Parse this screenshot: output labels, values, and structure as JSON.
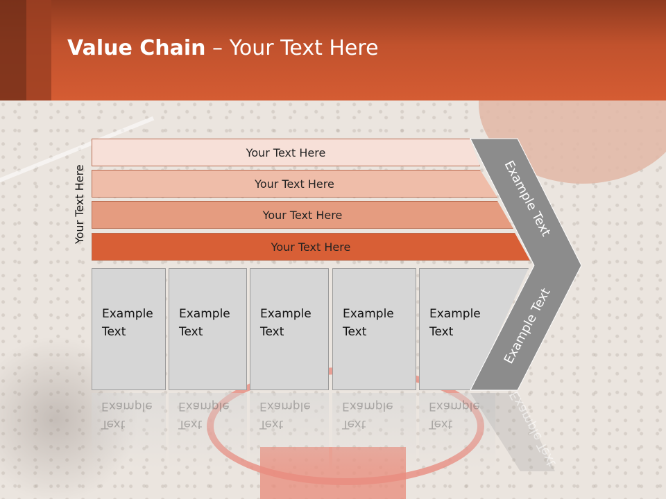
{
  "header": {
    "title_bold": "Value Chain",
    "title_rest": " – Your Text Here"
  },
  "diagram": {
    "vertical_label": "Your Text Here",
    "bands": [
      {
        "label": "Your Text Here",
        "color": "#f7e0d8"
      },
      {
        "label": "Your Text Here",
        "color": "#efbda9"
      },
      {
        "label": "Your Text Here",
        "color": "#e59c80"
      },
      {
        "label": "Your Text Here",
        "color": "#d85f36"
      }
    ],
    "boxes": [
      {
        "line1": "Example",
        "line2": "Text"
      },
      {
        "line1": "Example",
        "line2": "Text"
      },
      {
        "line1": "Example",
        "line2": "Text"
      },
      {
        "line1": "Example",
        "line2": "Text"
      },
      {
        "line1": "Example",
        "line2": "Text"
      }
    ],
    "arrow": {
      "top_label": "Example Text",
      "bottom_label": "Example Text",
      "color": "#8c8c8c"
    }
  },
  "colors": {
    "header": "#d55c33",
    "accent": "#d85f36",
    "box": "#d6d6d6"
  }
}
